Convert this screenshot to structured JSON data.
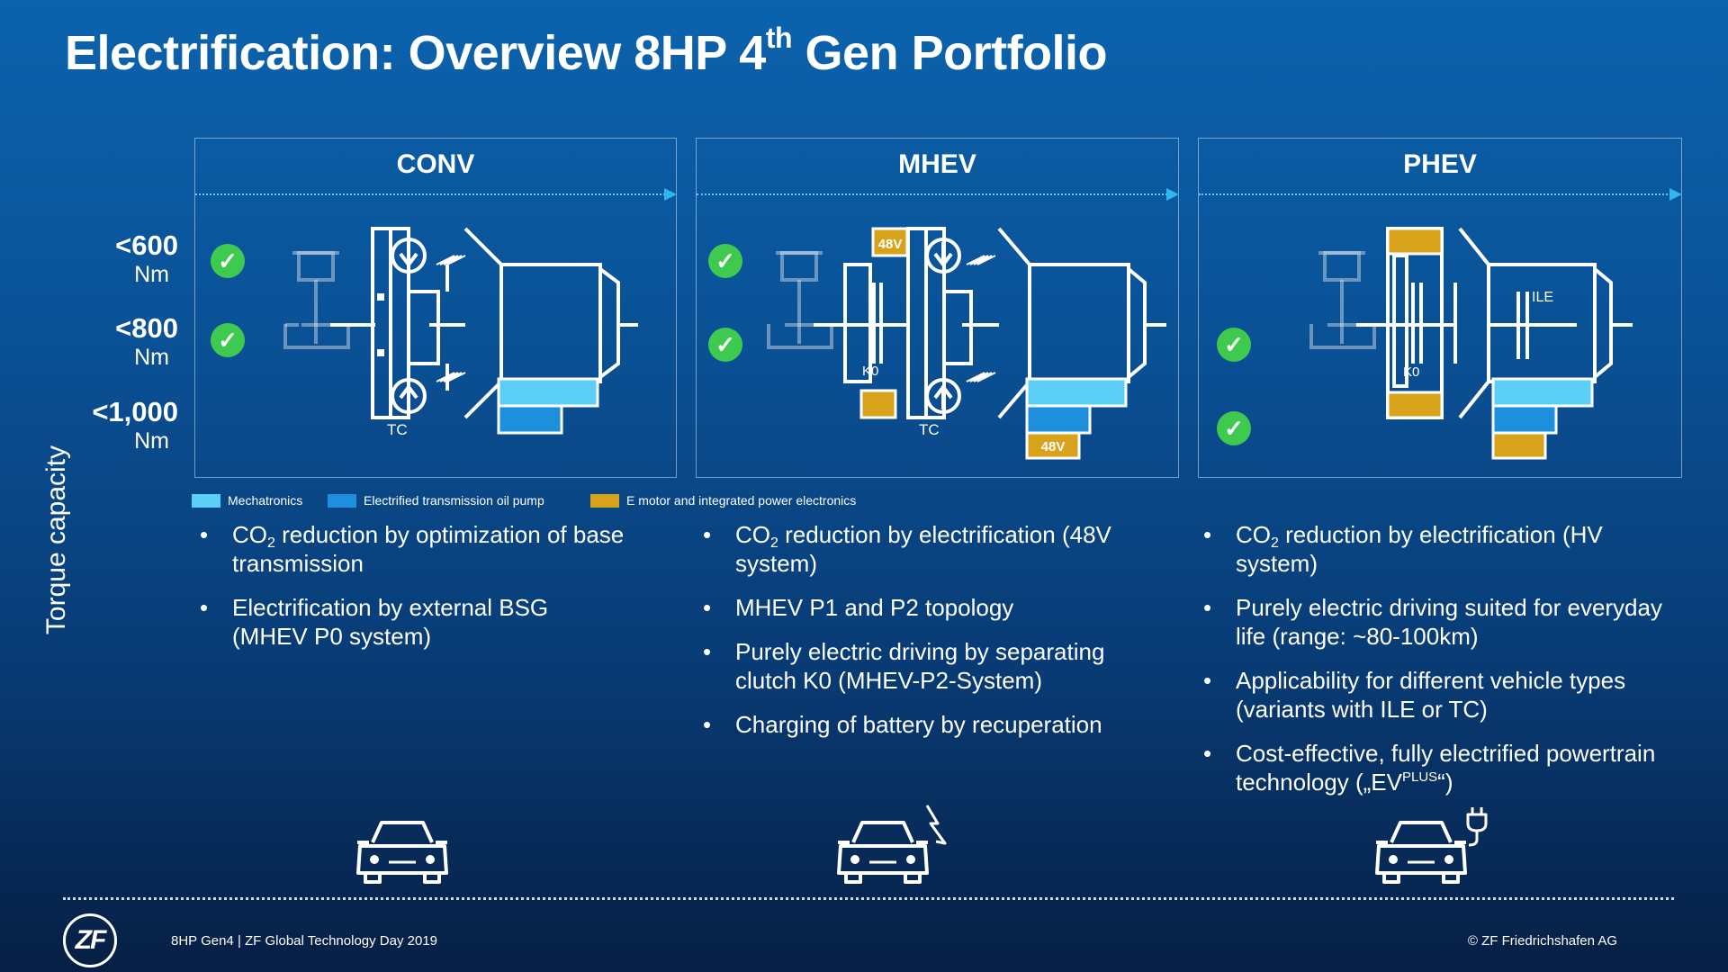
{
  "title": {
    "main": "Electrification: Overview 8HP 4",
    "sup": "th",
    "rest": " Gen Portfolio"
  },
  "torque": {
    "axis_label": "Torque capacity",
    "levels": [
      {
        "value": "<600",
        "unit": "Nm"
      },
      {
        "value": "<800",
        "unit": "Nm"
      },
      {
        "value": "<1,000",
        "unit": "Nm"
      }
    ]
  },
  "panels": [
    {
      "title": "CONV",
      "labels": {
        "tc": "TC"
      },
      "torque_support": [
        "<600",
        "<800"
      ]
    },
    {
      "title": "MHEV",
      "labels": {
        "tc": "TC",
        "k0": "K0",
        "v48_top": "48V",
        "v48_bottom": "48V"
      },
      "torque_support": [
        "<600",
        "<800"
      ]
    },
    {
      "title": "PHEV",
      "labels": {
        "k0": "K0",
        "ile": "ILE"
      },
      "torque_support": [
        "<800",
        "<1,000"
      ]
    }
  ],
  "legend": [
    {
      "label": "Mechatronics",
      "color": "#5ccff7"
    },
    {
      "label": "Electrified transmission oil pump",
      "color": "#1e8fdc"
    },
    {
      "label": "E motor and integrated power electronics",
      "color": "#d9a21b"
    }
  ],
  "bullets": {
    "conv": [
      {
        "pre": "CO",
        "sub": "2",
        "post": " reduction by optimization of base transmission"
      },
      {
        "pre": "Electrification by external BSG (MHEV P0 system)"
      }
    ],
    "mhev": [
      {
        "pre": "CO",
        "sub": "2",
        "post": " reduction by electrification (48V system)"
      },
      {
        "pre": "MHEV P1 and P2 topology"
      },
      {
        "pre": "Purely electric driving by separating clutch K0 (MHEV-P2-System)"
      },
      {
        "pre": "Charging of battery by recuperation"
      }
    ],
    "phev": [
      {
        "pre": "CO",
        "sub": "2",
        "post": " reduction by electrification  (HV system)"
      },
      {
        "pre": "Purely electric driving suited for  everyday life (range: ~80-100km)"
      },
      {
        "pre": "Applicability for different vehicle  types (variants with ILE or TC)"
      },
      {
        "pre": "Cost-effective, fully electrified powertrain technology („EV",
        "sup": "PLUS",
        "post": "“)"
      }
    ]
  },
  "icons": {
    "check": "check-circle-icon",
    "vehicles": [
      "car-icon",
      "car-lightning-icon",
      "car-plug-icon"
    ],
    "logo": "ZF"
  },
  "footer": {
    "left": "8HP Gen4 | ZF Global Technology Day 2019",
    "right": "© ZF Friedrichshafen AG"
  }
}
